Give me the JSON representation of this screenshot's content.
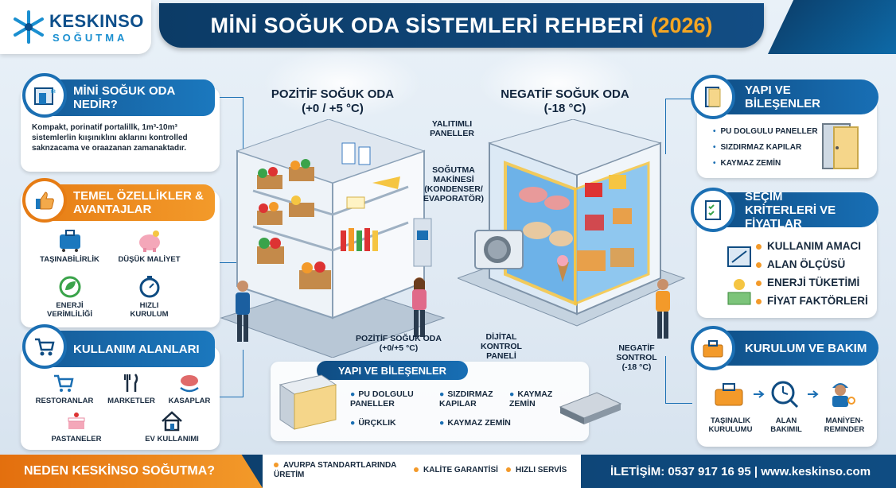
{
  "header": {
    "brand_name": "KESKINSO",
    "brand_sub": "SOĞUTMA",
    "title": "MİNİ SOĞUK ODA SİSTEMLERİ REHBERİ",
    "year": "(2026)"
  },
  "left": {
    "what": {
      "title": "MİNİ SOĞUK ODA NEDİR?",
      "description": "Kompakt, porinatif portalillk, 1m³-10m³ sistemlerlin kıışınıklını aklarını kontrolled saknzacama ve oraazanan zamanaktadır."
    },
    "features": {
      "title": "TEMEL ÖZELLİKLER & AVANTAJLAR",
      "items": [
        "TAŞINABİLİRLİK",
        "DÜŞÜK MALİYET",
        "ENERJİ VERİMLİLİĞİ",
        "HIZLI KURULUM"
      ]
    },
    "usage": {
      "title": "KULLANIM ALANLARI",
      "items": [
        "RESTORANLAR",
        "MARKETLER",
        "KASAPLAR",
        "PASTANELER",
        "EV KULLANIMI"
      ]
    }
  },
  "center": {
    "positive_title": "POZİTİF SOĞUK ODA",
    "positive_temp": "(+0 / +5 °C)",
    "negative_title": "NEGATİF SOĞUK ODA",
    "negative_temp": "(-18 °C)",
    "label_panels": "YALITIMLI PANELLER",
    "label_machine": "SOĞUTMA MAKİNESİ (KONDENSER/ EVAPORATÖR)",
    "label_positive_bottom": "POZİTİF SOĞUK ODA (+0/+5 °C)",
    "label_digital": "DİJİTAL KONTROL PANELİ",
    "label_negative_bottom": "NEGATİF SONTROL (-18 °C)"
  },
  "structure_panel": {
    "title": "YAPI VE BİLEŞENLER",
    "items": [
      "PU DOLGULU PANELLER",
      "SIZDIRMAZ KAPILAR",
      "KAYMAZ ZEMİN",
      "ÜRÇKLIK",
      "KAYMAZ ZEMİN"
    ]
  },
  "right": {
    "structure": {
      "title": "YAPI VE BİLEŞENLER",
      "items": [
        "PU DOLGULU PANELLER",
        "SIZDIRMAZ KAPILAR",
        "KAYMAZ ZEMİN"
      ]
    },
    "criteria": {
      "title": "SEÇİM KRİTERLERİ VE FİYATLAR",
      "items": [
        "KULLANIM AMACI",
        "ALAN ÖLÇÜSÜ",
        "ENERJİ TÜKETİMİ",
        "FİYAT FAKTÖRLERİ"
      ]
    },
    "install": {
      "title": "KURULUM VE BAKIM",
      "items": [
        "TAŞINALIK KURULUMU",
        "ALAN BAKIMIL",
        "MANİYEN-REMINDER"
      ]
    }
  },
  "footer": {
    "why": "NEDEN KESKİNSO SOĞUTMA?",
    "points": [
      "AVURPA STANDARTLARINDA ÜRETİM",
      "KALİTE GARANTİSİ",
      "HIZLI SERVİS"
    ],
    "contact": "İLETİŞİM: 0537 917 16 95 | www.keskinso.com"
  },
  "colors": {
    "navy": "#0c3b66",
    "blue": "#1b6fb3",
    "orange": "#f39a2a"
  }
}
